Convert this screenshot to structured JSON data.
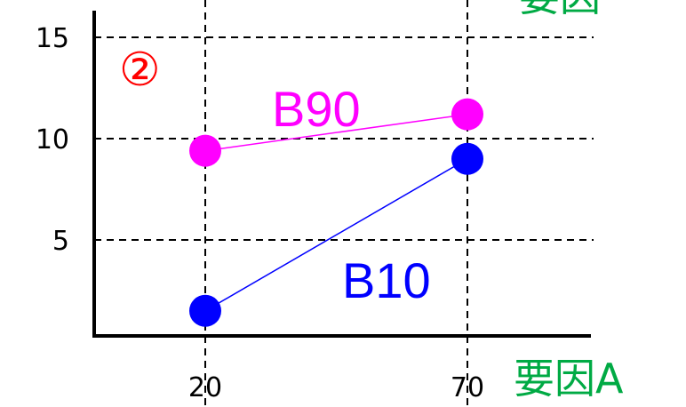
{
  "chart_data": {
    "type": "line",
    "title": "",
    "annotation": "②",
    "xlabel": "要因A",
    "ylabel": "",
    "top_right_label_fragment": "要因",
    "categories": [
      "20",
      "70"
    ],
    "x": [
      20,
      70
    ],
    "ylim": [
      0,
      16
    ],
    "yticks": [
      5,
      10,
      15
    ],
    "grid": true,
    "series": [
      {
        "name": "B90",
        "values": [
          9.4,
          11.2
        ],
        "color": "#ff00ff"
      },
      {
        "name": "B10",
        "values": [
          1.5,
          9.0
        ],
        "color": "#0000ff"
      }
    ],
    "colors": {
      "axis": "#000000",
      "grid": "#000000",
      "annotation": "#ff0000",
      "axis_title": "#00aa44"
    }
  }
}
